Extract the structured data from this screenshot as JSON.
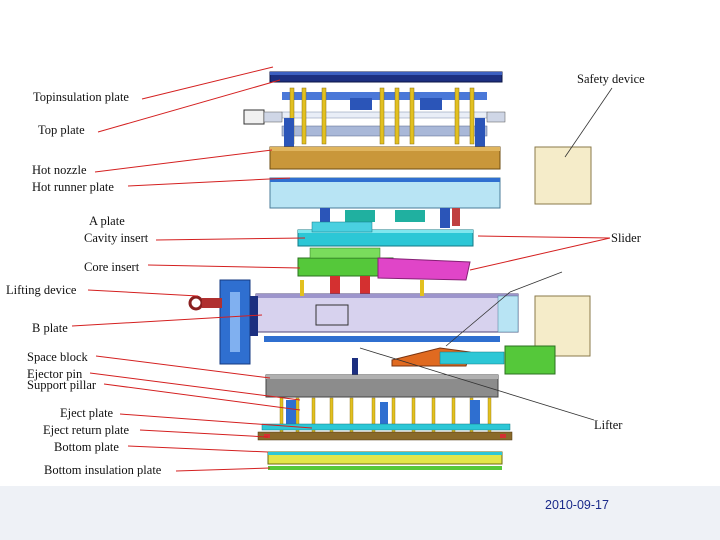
{
  "labels": {
    "top_insulation_plate": "Topinsulation plate",
    "top_plate": "Top plate",
    "hot_nozzle": "Hot nozzle",
    "hot_runner_plate": "Hot runner plate",
    "a_plate": "A plate",
    "cavity_insert": "Cavity insert",
    "core_insert": "Core insert",
    "lifting_device": "Lifting device",
    "b_plate": "B plate",
    "space_block": "Space block",
    "ejector_pin": "Ejector pin",
    "support_pillar": "Support pillar",
    "eject_plate": "Eject plate",
    "eject_return_plate": "Eject return plate",
    "bottom_plate": "Bottom plate",
    "bottom_insulation_plate": "Bottom insulation plate",
    "safety_device": "Safety device",
    "slider": "Slider",
    "lifter": "Lifter"
  },
  "footer": {
    "date": "2010-09-17"
  },
  "colors": {
    "leader": "#d42020",
    "navy": "#1c2f80",
    "blue": "#2f6fd0",
    "gold": "#c9973a",
    "lightblue": "#b8e4f4",
    "cyan": "#2cc7d6",
    "green": "#55c83a",
    "magenta": "#e045c8",
    "lavender": "#d7d2ee",
    "beige": "#f5ecc9",
    "grey": "#8c8c8c"
  }
}
